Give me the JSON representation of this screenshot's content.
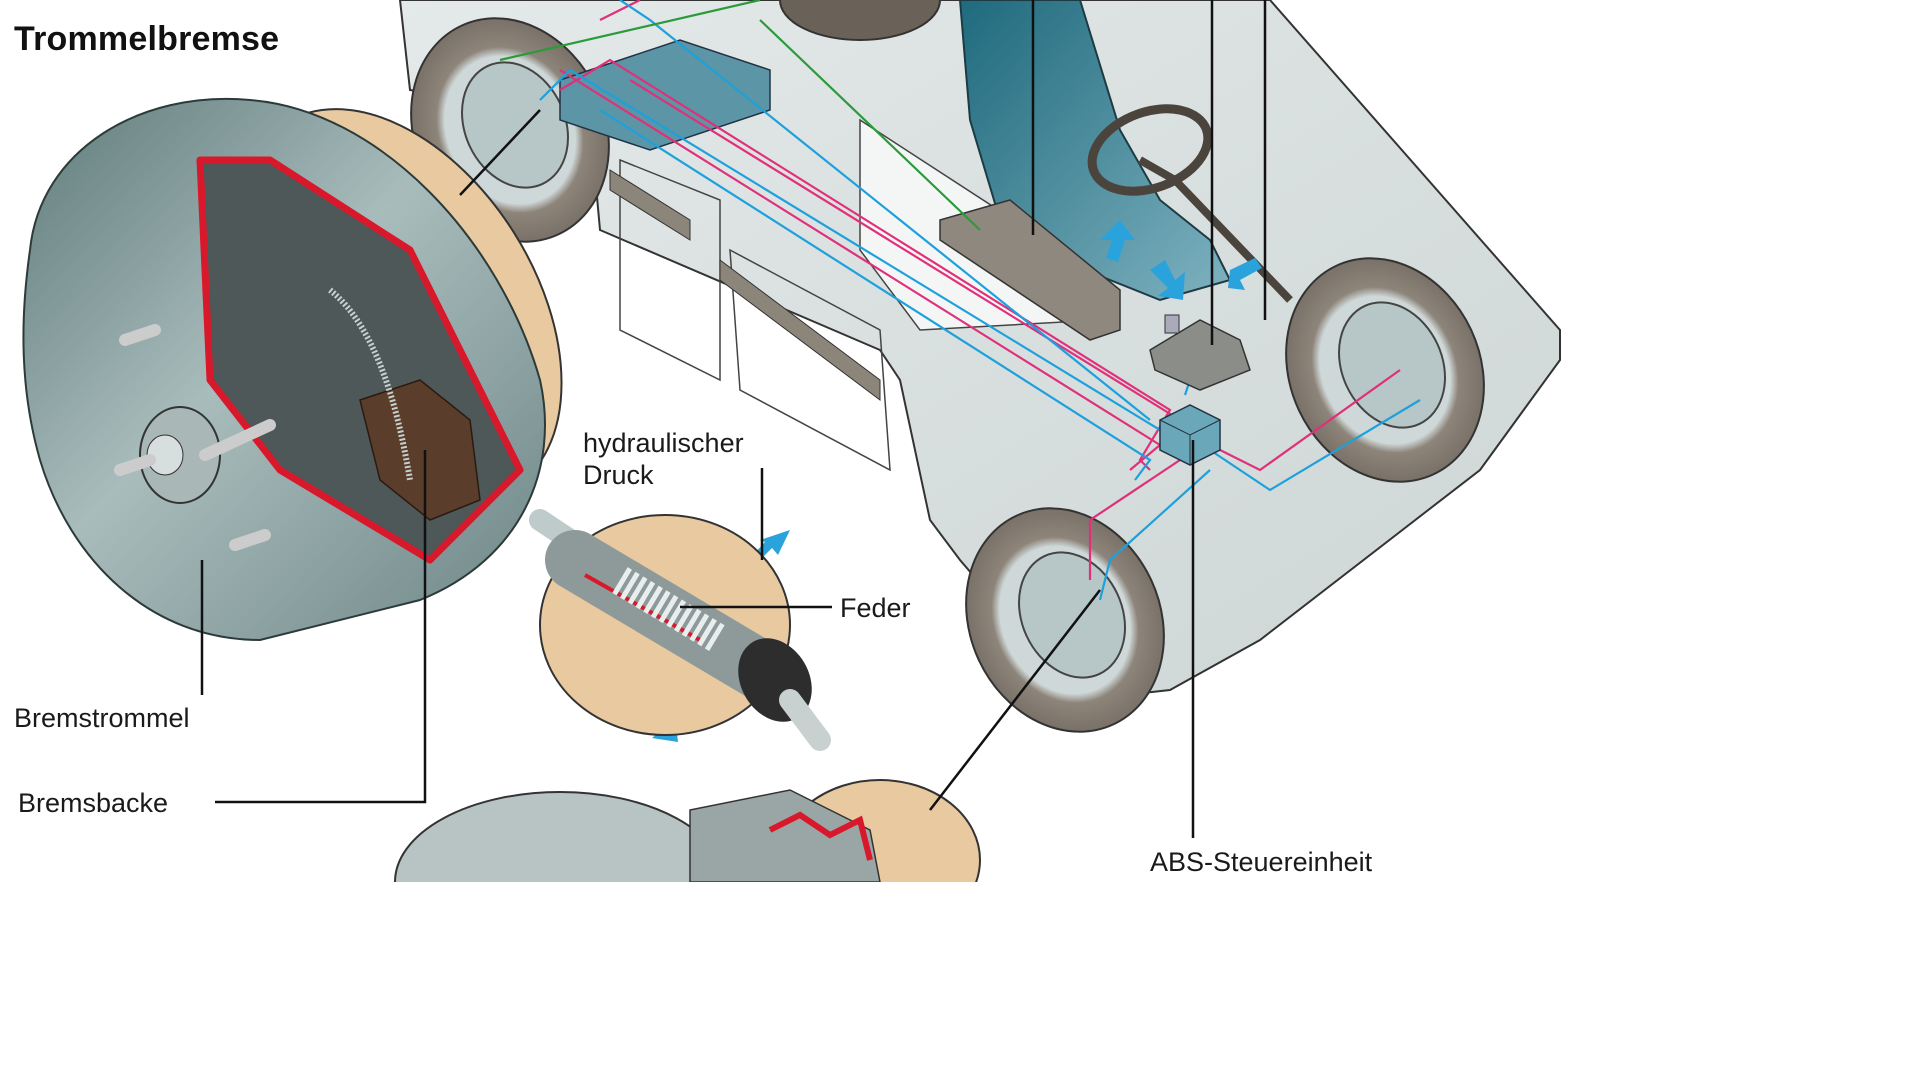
{
  "title": "Trommelbremse",
  "labels": {
    "hydraulic_pressure": "hydraulischer\nDruck",
    "hydraulic_pressure_line1": "hydraulischer",
    "hydraulic_pressure_line2": "Druck",
    "spring": "Feder",
    "brake_drum": "Bremstrommel",
    "brake_shoe": "Bremsbacke",
    "abs_control_unit": "ABS-Steuereinheit"
  },
  "colors": {
    "brake_line_red": "#e0307a",
    "brake_line_blue": "#1ea0dc",
    "signal_line_green": "#2a9a3a",
    "cutaway_red": "#d8182b",
    "detail_background": "#e8c9a0",
    "drum_metal": "#8fa3a3",
    "seat_teal": "#2d7f93",
    "car_body": "#d5dcdc",
    "tire": "#8a8178",
    "arrow_blue": "#2aa3dd"
  }
}
